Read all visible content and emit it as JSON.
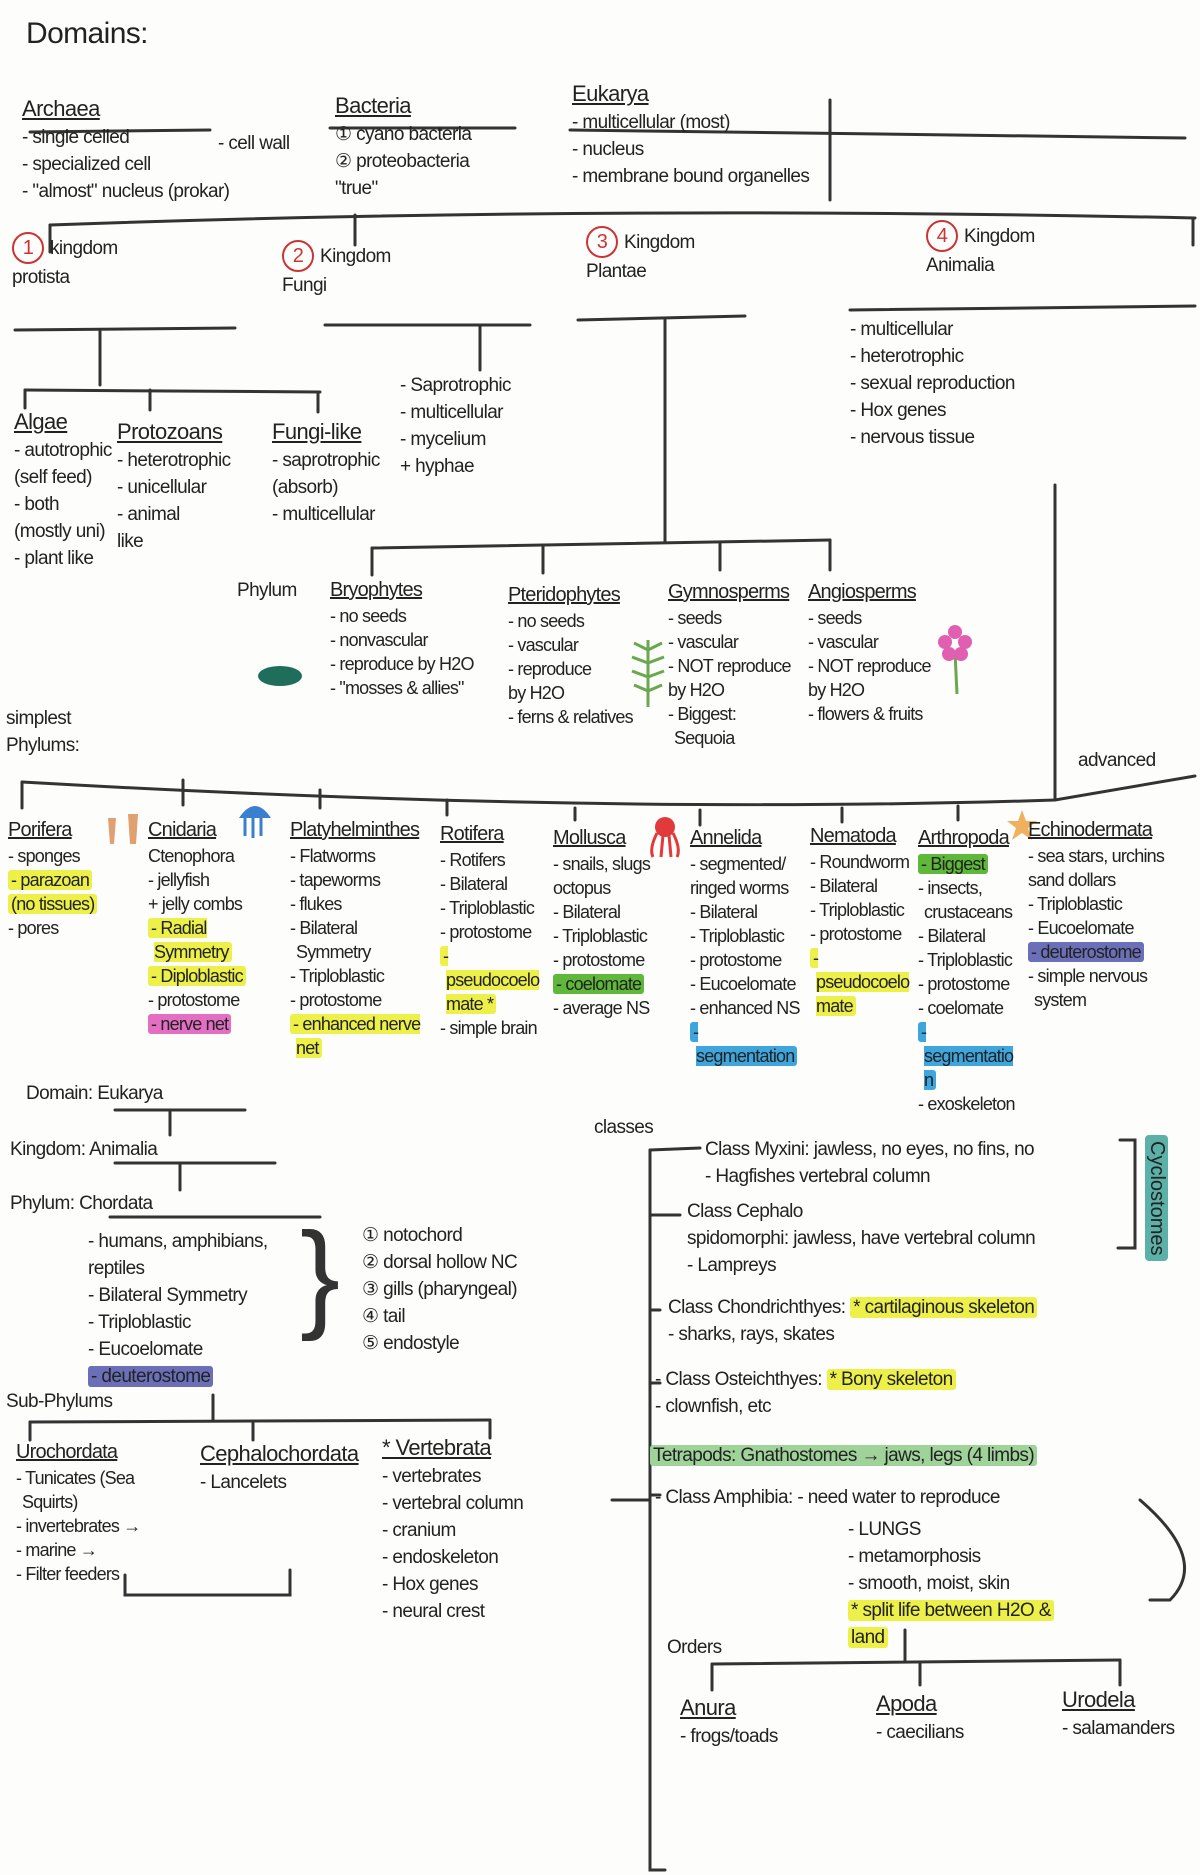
{
  "colors": {
    "yellow": "#eef04a",
    "green": "#5fb83a",
    "pink": "#e36fc2",
    "blue": "#3fa6dd",
    "purple": "#6b6fb8",
    "teal": "#5bb0a8",
    "lightgreen": "#9fd39a",
    "red": "#cc3333"
  },
  "icons": [
    "sponge-icon",
    "jellyfish-icon",
    "octopus-icon",
    "starfish-icon",
    "moss-icon",
    "fern-icon",
    "flower-icon"
  ],
  "blocks": {
    "title": {
      "lines": [
        {
          "t": "Domains:"
        }
      ]
    },
    "archaea": {
      "head": "Archaea",
      "lines": [
        {
          "t": "- single celled"
        },
        {
          "t": "- specialized cell"
        },
        {
          "t": "- \"almost\" nucleus (prokar)"
        }
      ]
    },
    "cellwall": {
      "lines": [
        {
          "t": "- cell wall"
        }
      ]
    },
    "bacteria": {
      "head": "Bacteria",
      "lines": [
        {
          "t": "① cyano bacteria"
        },
        {
          "t": "② proteobacteria"
        },
        {
          "t": "\"true\""
        }
      ]
    },
    "eukarya": {
      "head": "Eukarya",
      "lines": [
        {
          "t": "- multicellular (most)"
        },
        {
          "t": "- nucleus"
        },
        {
          "t": "- membrane bound organelles"
        }
      ]
    },
    "k1": {
      "num": "1",
      "lines": [
        {
          "t": "kingdom"
        },
        {
          "t": "protista"
        }
      ]
    },
    "k2": {
      "num": "2",
      "lines": [
        {
          "t": "Kingdom"
        },
        {
          "t": "Fungi"
        }
      ]
    },
    "k3": {
      "num": "3",
      "lines": [
        {
          "t": "Kingdom"
        },
        {
          "t": "Plantae"
        }
      ]
    },
    "k4": {
      "num": "4",
      "lines": [
        {
          "t": "Kingdom"
        },
        {
          "t": "Animalia"
        }
      ]
    },
    "animalia": {
      "lines": [
        {
          "t": "- multicellular"
        },
        {
          "t": "- heterotrophic"
        },
        {
          "t": "- sexual reproduction"
        },
        {
          "t": "- Hox genes"
        },
        {
          "t": "- nervous tissue"
        }
      ]
    },
    "fungi": {
      "lines": [
        {
          "t": "- Saprotrophic"
        },
        {
          "t": "- multicellular"
        },
        {
          "t": "- mycelium"
        },
        {
          "t": "     + hyphae"
        }
      ]
    },
    "algae": {
      "head": "Algae",
      "lines": [
        {
          "t": "- autotrophic"
        },
        {
          "t": "(self feed)"
        },
        {
          "t": "- both"
        },
        {
          "t": "(mostly uni)"
        },
        {
          "t": "- plant like"
        }
      ]
    },
    "protozoans": {
      "head": "Protozoans",
      "lines": [
        {
          "t": "- heterotrophic"
        },
        {
          "t": "- unicellular"
        },
        {
          "t": "- animal"
        },
        {
          "t": "   like"
        }
      ]
    },
    "fungilike": {
      "head": "Fungi-like",
      "lines": [
        {
          "t": "- saprotrophic"
        },
        {
          "t": "(absorb)"
        },
        {
          "t": "- multicellular"
        }
      ]
    },
    "phylumlabel": {
      "lines": [
        {
          "t": "Phylum"
        }
      ]
    },
    "bryophytes": {
      "head": "Bryophytes",
      "lines": [
        {
          "t": "- no seeds"
        },
        {
          "t": "- nonvascular"
        },
        {
          "t": "- reproduce by H2O"
        },
        {
          "t": "- \"mosses & allies\""
        }
      ]
    },
    "pteridophytes": {
      "head": "Pteridophytes",
      "lines": [
        {
          "t": "- no seeds"
        },
        {
          "t": "- vascular"
        },
        {
          "t": "- reproduce"
        },
        {
          "t": "by H2O"
        },
        {
          "t": "- ferns & relatives"
        }
      ]
    },
    "gymnosperms": {
      "head": "Gymnosperms",
      "lines": [
        {
          "t": "- seeds"
        },
        {
          "t": "- vascular"
        },
        {
          "t": "- NOT reproduce"
        },
        {
          "t": "by H2O"
        },
        {
          "t": "- Biggest: Sequoia"
        }
      ]
    },
    "angiosperms": {
      "head": "Angiosperms",
      "lines": [
        {
          "t": "- seeds"
        },
        {
          "t": "- vascular"
        },
        {
          "t": "- NOT reproduce"
        },
        {
          "t": "by H2O"
        },
        {
          "t": "- flowers & fruits"
        }
      ]
    },
    "simplest": {
      "lines": [
        {
          "t": "simplest"
        },
        {
          "t": "Phylums:"
        }
      ]
    },
    "advanced": {
      "lines": [
        {
          "t": "advanced"
        }
      ]
    },
    "porifera": {
      "head": "Porifera",
      "lines": [
        {
          "t": "- sponges"
        },
        {
          "t": "- parazoan",
          "hl": "yellow"
        },
        {
          "t": "(no tissues)",
          "hl": "yellow"
        },
        {
          "t": "- pores"
        }
      ]
    },
    "cnidaria": {
      "head": "Cnidaria",
      "lines": [
        {
          "t": "Ctenophora"
        },
        {
          "t": "- jellyfish"
        },
        {
          "t": "+ jelly combs"
        },
        {
          "t": "- Radial Symmetry",
          "hl": "yellow"
        },
        {
          "t": "- Diploblastic",
          "hl": "yellow"
        },
        {
          "t": "- protostome"
        },
        {
          "t": "- nerve net",
          "hl": "pink"
        }
      ]
    },
    "platy": {
      "head": "Platyhelminthes",
      "lines": [
        {
          "t": "- Flatworms"
        },
        {
          "t": "- tapeworms"
        },
        {
          "t": "- flukes"
        },
        {
          "t": "- Bilateral Symmetry"
        },
        {
          "t": "- Triploblastic"
        },
        {
          "t": "- protostome"
        },
        {
          "t": "- enhanced nerve net",
          "hl": "yellow"
        }
      ]
    },
    "rotifera": {
      "head": "Rotifera",
      "lines": [
        {
          "t": "- Rotifers"
        },
        {
          "t": "- Bilateral"
        },
        {
          "t": "- Triploblastic"
        },
        {
          "t": "- protostome"
        },
        {
          "t": "- pseudocoelomate *",
          "hl": "yellow"
        },
        {
          "t": "- simple brain"
        }
      ]
    },
    "mollusca": {
      "head": "Mollusca",
      "lines": [
        {
          "t": "- snails, slugs"
        },
        {
          "t": "octopus"
        },
        {
          "t": "- Bilateral"
        },
        {
          "t": "- Triploblastic"
        },
        {
          "t": "- protostome"
        },
        {
          "t": "- coelomate",
          "hl": "green"
        },
        {
          "t": "- average NS"
        }
      ]
    },
    "annelida": {
      "head": "Annelida",
      "lines": [
        {
          "t": "- segmented/"
        },
        {
          "t": "ringed worms"
        },
        {
          "t": "- Bilateral"
        },
        {
          "t": "- Triploblastic"
        },
        {
          "t": "- protostome"
        },
        {
          "t": "- Eucoelomate"
        },
        {
          "t": "- enhanced NS"
        },
        {
          "t": "- segmentation",
          "hl": "blue"
        }
      ]
    },
    "nematoda": {
      "head": "Nematoda",
      "lines": [
        {
          "t": "- Roundworm"
        },
        {
          "t": "- Bilateral"
        },
        {
          "t": "- Triploblastic"
        },
        {
          "t": "- protostome"
        },
        {
          "t": "- pseudocoelomate",
          "hl": "yellow"
        }
      ]
    },
    "arthropoda": {
      "head": "Arthropoda",
      "lines": [
        {
          "t": "- Biggest",
          "hl": "green"
        },
        {
          "t": "- insects, crustaceans"
        },
        {
          "t": "- Bilateral"
        },
        {
          "t": "- Triploblastic"
        },
        {
          "t": "- protostome"
        },
        {
          "t": "- coelomate"
        },
        {
          "t": "- segmentation",
          "hl": "blue"
        },
        {
          "t": "- exoskeleton"
        }
      ]
    },
    "echino": {
      "head": "Echinodermata",
      "lines": [
        {
          "t": "- sea stars, urchins"
        },
        {
          "t": "sand dollars"
        },
        {
          "t": "- Triploblastic"
        },
        {
          "t": "- Eucoelomate"
        },
        {
          "t": "- deuterostome",
          "hl": "purple"
        },
        {
          "t": "- simple nervous system"
        }
      ]
    },
    "domain2": {
      "lines": [
        {
          "t": "Domain: Eukarya"
        }
      ]
    },
    "kingdom2": {
      "lines": [
        {
          "t": "Kingdom: Animalia"
        }
      ]
    },
    "phylum2": {
      "lines": [
        {
          "t": "Phylum: Chordata"
        }
      ]
    },
    "chordata": {
      "lines": [
        {
          "t": "- humans, amphibians,"
        },
        {
          "t": "  reptiles"
        },
        {
          "t": "- Bilateral Symmetry"
        },
        {
          "t": "- Triploblastic"
        },
        {
          "t": "- Eucoelomate"
        },
        {
          "t": "- deuterostome",
          "hl": "purple"
        }
      ]
    },
    "features": {
      "lines": [
        {
          "t": "① notochord"
        },
        {
          "t": "② dorsal hollow NC"
        },
        {
          "t": "③ gills (pharyngeal)"
        },
        {
          "t": "④ tail"
        },
        {
          "t": "⑤ endostyle"
        }
      ]
    },
    "subphylums": {
      "lines": [
        {
          "t": "Sub-Phylums"
        }
      ]
    },
    "urochordata": {
      "head": "Urochordata",
      "lines": [
        {
          "t": "- Tunicates (Sea Squirts)"
        },
        {
          "t": "- invertebrates →"
        },
        {
          "t": "- marine →"
        },
        {
          "t": "- Filter feeders"
        }
      ]
    },
    "cephalochordata": {
      "head": "Cephalochordata",
      "lines": [
        {
          "t": "- Lancelets"
        }
      ]
    },
    "vertebrata": {
      "head": "* Vertebrata",
      "lines": [
        {
          "t": "- vertebrates"
        },
        {
          "t": "  - vertebral column"
        },
        {
          "t": "  - cranium"
        },
        {
          "t": "  - endoskeleton"
        },
        {
          "t": "  - Hox genes"
        },
        {
          "t": "  - neural crest"
        }
      ]
    },
    "classes": {
      "lines": [
        {
          "t": "classes"
        }
      ]
    },
    "myxini": {
      "lines": [
        {
          "t": "Class Myxini: jawless, no eyes, no fins, no"
        },
        {
          "t": "- Hagfishes        vertebral column"
        }
      ]
    },
    "cephalaspido": {
      "lines": [
        {
          "t": "Class Cephalo"
        },
        {
          "t": "    spidomorphi: jawless, have vertebral column"
        },
        {
          "t": "- Lampreys"
        }
      ]
    },
    "chondri": {
      "lines": [
        {
          "t": "Class Chondrichthyes: "
        },
        {
          "t": "- sharks, rays, skates"
        }
      ],
      "hltext": "* cartilaginous skeleton"
    },
    "osteich": {
      "lines": [
        {
          "t": "- Class Osteichthyes: "
        },
        {
          "t": "- clownfish, etc"
        }
      ],
      "hltext": "* Bony skeleton"
    },
    "tetrapods": {
      "lines": [
        {
          "t": "Tetrapods: Gnathostomes → jaws, legs (4 limbs)",
          "hl": "lightgreen"
        }
      ]
    },
    "amphibia": {
      "lines": [
        {
          "t": "- Class Amphibia: - need water to reproduce"
        }
      ]
    },
    "amphtraits": {
      "lines": [
        {
          "t": "- LUNGS"
        },
        {
          "t": "- metamorphosis"
        },
        {
          "t": "- smooth, moist, skin"
        },
        {
          "t": "* split life between H2O &",
          "hl": "yellow"
        },
        {
          "t": "   land",
          "hl": "yellow"
        }
      ]
    },
    "cyclostomes": {
      "lines": [
        {
          "t": "Cyclostomes"
        }
      ]
    },
    "orders": {
      "lines": [
        {
          "t": "Orders"
        }
      ]
    },
    "anura": {
      "head": "Anura",
      "lines": [
        {
          "t": "- frogs/toads"
        }
      ]
    },
    "apoda": {
      "head": "Apoda",
      "lines": [
        {
          "t": "- caecilians"
        }
      ]
    },
    "urodela": {
      "head": "Urodela",
      "lines": [
        {
          "t": "- salamanders"
        }
      ]
    }
  }
}
